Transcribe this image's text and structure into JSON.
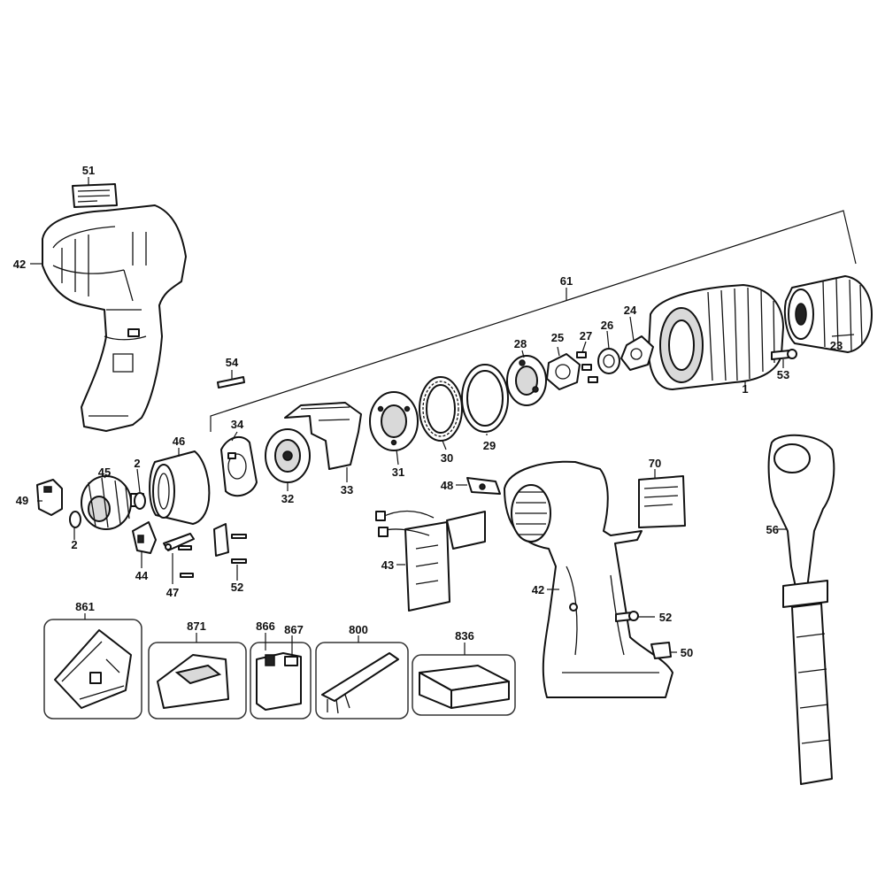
{
  "diagram": {
    "type": "exploded-parts-view",
    "callouts": [
      {
        "id": "c51",
        "text": "51"
      },
      {
        "id": "c42a",
        "text": "42"
      },
      {
        "id": "c61",
        "text": "61"
      },
      {
        "id": "c24",
        "text": "24"
      },
      {
        "id": "c26",
        "text": "26"
      },
      {
        "id": "c27",
        "text": "27"
      },
      {
        "id": "c25",
        "text": "25"
      },
      {
        "id": "c28",
        "text": "28"
      },
      {
        "id": "c23",
        "text": "23"
      },
      {
        "id": "c53",
        "text": "53"
      },
      {
        "id": "c1",
        "text": "1"
      },
      {
        "id": "c54",
        "text": "54"
      },
      {
        "id": "c34",
        "text": "34"
      },
      {
        "id": "c46",
        "text": "46"
      },
      {
        "id": "c29",
        "text": "29"
      },
      {
        "id": "c30",
        "text": "30"
      },
      {
        "id": "c31",
        "text": "31"
      },
      {
        "id": "c33",
        "text": "33"
      },
      {
        "id": "c32",
        "text": "32"
      },
      {
        "id": "c45",
        "text": "45"
      },
      {
        "id": "c2a",
        "text": "2"
      },
      {
        "id": "c49",
        "text": "49"
      },
      {
        "id": "c2b",
        "text": "2"
      },
      {
        "id": "c44",
        "text": "44"
      },
      {
        "id": "c47",
        "text": "47"
      },
      {
        "id": "c52a",
        "text": "52"
      },
      {
        "id": "c48",
        "text": "48"
      },
      {
        "id": "c43",
        "text": "43"
      },
      {
        "id": "c70",
        "text": "70"
      },
      {
        "id": "c42b",
        "text": "42"
      },
      {
        "id": "c52b",
        "text": "52"
      },
      {
        "id": "c50",
        "text": "50"
      },
      {
        "id": "c56",
        "text": "56"
      },
      {
        "id": "c861",
        "text": "861"
      },
      {
        "id": "c871",
        "text": "871"
      },
      {
        "id": "c866",
        "text": "866"
      },
      {
        "id": "c867",
        "text": "867"
      },
      {
        "id": "c800",
        "text": "800"
      },
      {
        "id": "c836",
        "text": "836"
      }
    ]
  }
}
